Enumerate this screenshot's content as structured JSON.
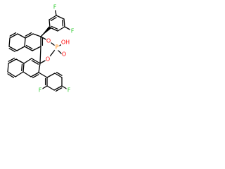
{
  "molecule": {
    "atom_labels": {
      "f_top_left": "F",
      "f_top_right": "F",
      "f_bottom_left": "F",
      "f_bottom_right": "F",
      "o_upper_ring": "O",
      "p_center": "P",
      "o_double_bond": "O",
      "o_lower_ring": "O",
      "oh_group": "OH"
    },
    "colors": {
      "bond": "#000000",
      "fluorine": "#33cc33",
      "oxygen": "#ff0d0d",
      "phosphorus": "#ff8000"
    }
  }
}
